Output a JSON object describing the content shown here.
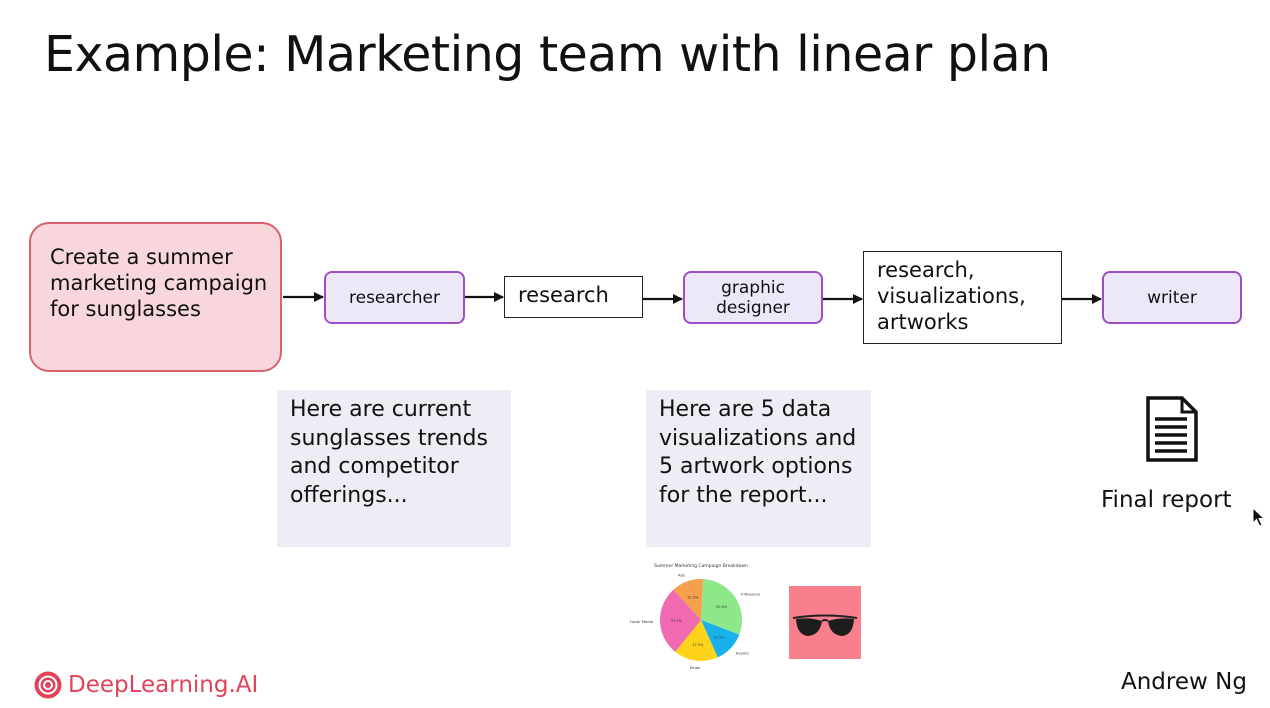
{
  "slide": {
    "title": "Example: Marketing team with linear plan",
    "prompt": "Create a summer marketing campaign for sunglasses",
    "agents": {
      "researcher": "researcher",
      "designer_line1": "graphic",
      "designer_line2": "designer",
      "writer": "writer"
    },
    "artifacts": {
      "research": "research",
      "combined_line1": "research,",
      "combined_line2": "visualizations,",
      "combined_line3": "artworks"
    },
    "notes": {
      "researcher_output": "Here are current sunglasses trends and competitor offerings...",
      "designer_output": "Here are 5 data visualizations and 5 artwork options for the report..."
    },
    "final_report_label": "Final report",
    "author": "Andrew Ng",
    "brand": "DeepLearning.AI",
    "pie_thumbnail": {
      "title": "Summer Marketing Campaign Breakdown",
      "slices": [
        {
          "label": "Influencers",
          "value": 30.0,
          "color": "#8ee88a"
        },
        {
          "label": "Events",
          "value": 12.5,
          "color": "#19b0ec"
        },
        {
          "label": "Email",
          "value": 17.5,
          "color": "#ffd21c"
        },
        {
          "label": "Social Media",
          "value": 27.5,
          "color": "#f06ab0"
        },
        {
          "label": "Ads",
          "value": 12.5,
          "color": "#f5a04c"
        }
      ]
    },
    "icons": [
      "document-icon",
      "sunglasses-image",
      "cursor-icon",
      "deeplearning-logo-icon"
    ],
    "colors": {
      "prompt_fill": "#f8d7dc",
      "prompt_border": "#d9626e",
      "agent_fill": "#ece8f7",
      "agent_border": "#9c4fc4",
      "note_fill": "#efecf5",
      "brand": "#e0445a"
    }
  }
}
